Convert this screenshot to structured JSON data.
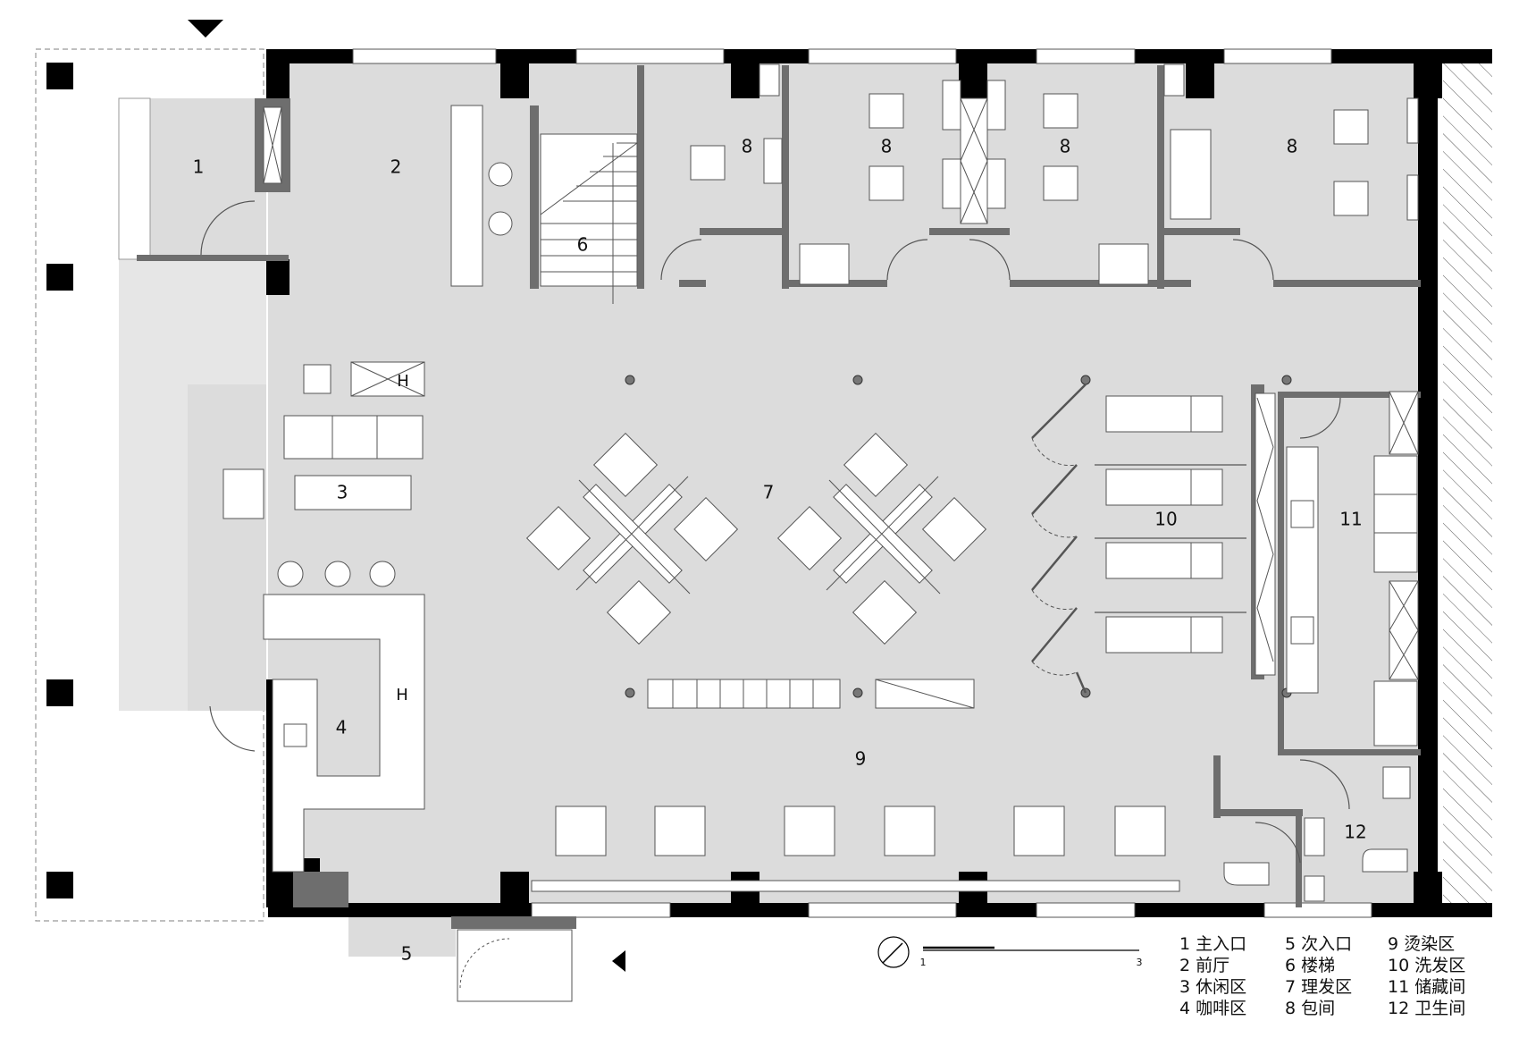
{
  "rooms": [
    {
      "id": "r1",
      "label": "1"
    },
    {
      "id": "r2",
      "label": "2"
    },
    {
      "id": "r3",
      "label": "3"
    },
    {
      "id": "r4",
      "label": "4"
    },
    {
      "id": "r5",
      "label": "5"
    },
    {
      "id": "r6",
      "label": "6"
    },
    {
      "id": "r7",
      "label": "7"
    },
    {
      "id": "r8a",
      "label": "8"
    },
    {
      "id": "r8b",
      "label": "8"
    },
    {
      "id": "r8c",
      "label": "8"
    },
    {
      "id": "r8d",
      "label": "8"
    },
    {
      "id": "r9",
      "label": "9"
    },
    {
      "id": "r10",
      "label": "10"
    },
    {
      "id": "r11",
      "label": "11"
    },
    {
      "id": "r12",
      "label": "12"
    }
  ],
  "markers": {
    "h1": "H",
    "h2": "H"
  },
  "scale": {
    "start": "1",
    "end": "3"
  },
  "legend": {
    "col1": [
      "1 主入口",
      "2 前厅",
      "3 休闲区",
      "4 咖啡区"
    ],
    "col2": [
      "5 次入口",
      "6 楼梯",
      "7 理发区",
      "8 包间"
    ],
    "col3": [
      "9  烫染区",
      "10 洗发区",
      "11 储藏间",
      "12 卫生间"
    ]
  },
  "colors": {
    "floor": "#dcdcdc",
    "wall": "#000000",
    "partition": "#6e6e6e",
    "furniture": "#ffffff"
  }
}
